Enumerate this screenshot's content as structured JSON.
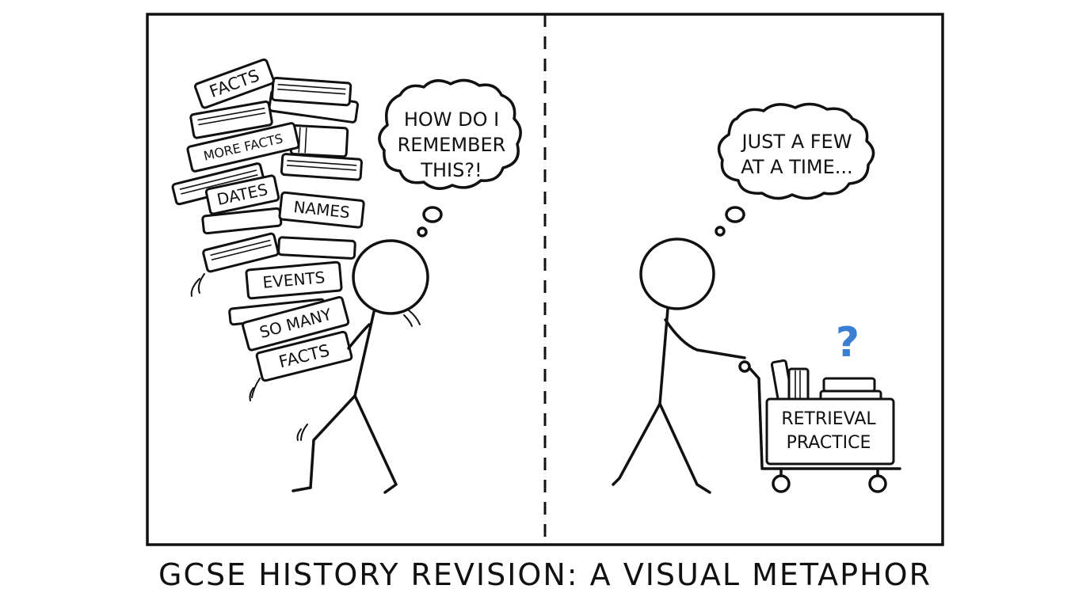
{
  "left_panel": {
    "thought": [
      "HOW DO I",
      "REMEMBER",
      "THIS?!"
    ],
    "book_labels": {
      "facts_top": "FACTS",
      "more_facts": "MORE FACTS",
      "dates": "DATES",
      "names": "NAMES",
      "events": "EVENTS",
      "so_many": "SO MANY",
      "facts_bottom": "FACTS"
    }
  },
  "right_panel": {
    "thought": [
      "JUST A FEW",
      "AT A TIME..."
    ],
    "cart_label": [
      "RETRIEVAL",
      "PRACTICE"
    ],
    "question_mark": "?",
    "question_color": "#3a7fd4"
  },
  "caption": "GCSE HISTORY REVISION: A VISUAL METAPHOR"
}
